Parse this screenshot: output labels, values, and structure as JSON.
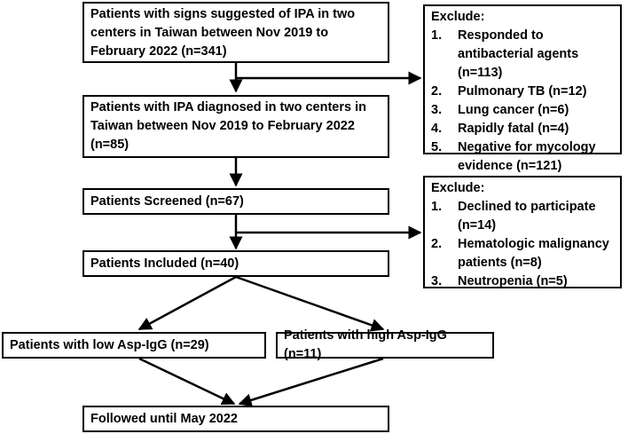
{
  "flow": {
    "step1": "Patients with signs suggested of IPA in two centers in Taiwan between Nov 2019 to February 2022 (n=341)",
    "step2": "Patients with IPA diagnosed in two centers in Taiwan between Nov 2019 to February 2022 (n=85)",
    "step3": "Patients Screened (n=67)",
    "step4": "Patients Included (n=40)",
    "low": "Patients with low Asp-IgG (n=29)",
    "high": "Patients with high Asp-IgG (n=11)",
    "final": "Followed until May 2022"
  },
  "exclude1": {
    "title": "Exclude:",
    "items": [
      {
        "num": "1.",
        "text": "Responded to antibacterial agents (n=113)"
      },
      {
        "num": "2.",
        "text": "Pulmonary TB (n=12)"
      },
      {
        "num": "3.",
        "text": "Lung cancer (n=6)"
      },
      {
        "num": "4.",
        "text": "Rapidly fatal (n=4)"
      },
      {
        "num": "5.",
        "text": "Negative for mycology evidence (n=121)"
      }
    ]
  },
  "exclude2": {
    "title": "Exclude:",
    "items": [
      {
        "num": "1.",
        "text": "Declined to participate (n=14)"
      },
      {
        "num": "2.",
        "text": "Hematologic malignancy patients (n=8)"
      },
      {
        "num": "3.",
        "text": "Neutropenia (n=5)"
      }
    ]
  }
}
